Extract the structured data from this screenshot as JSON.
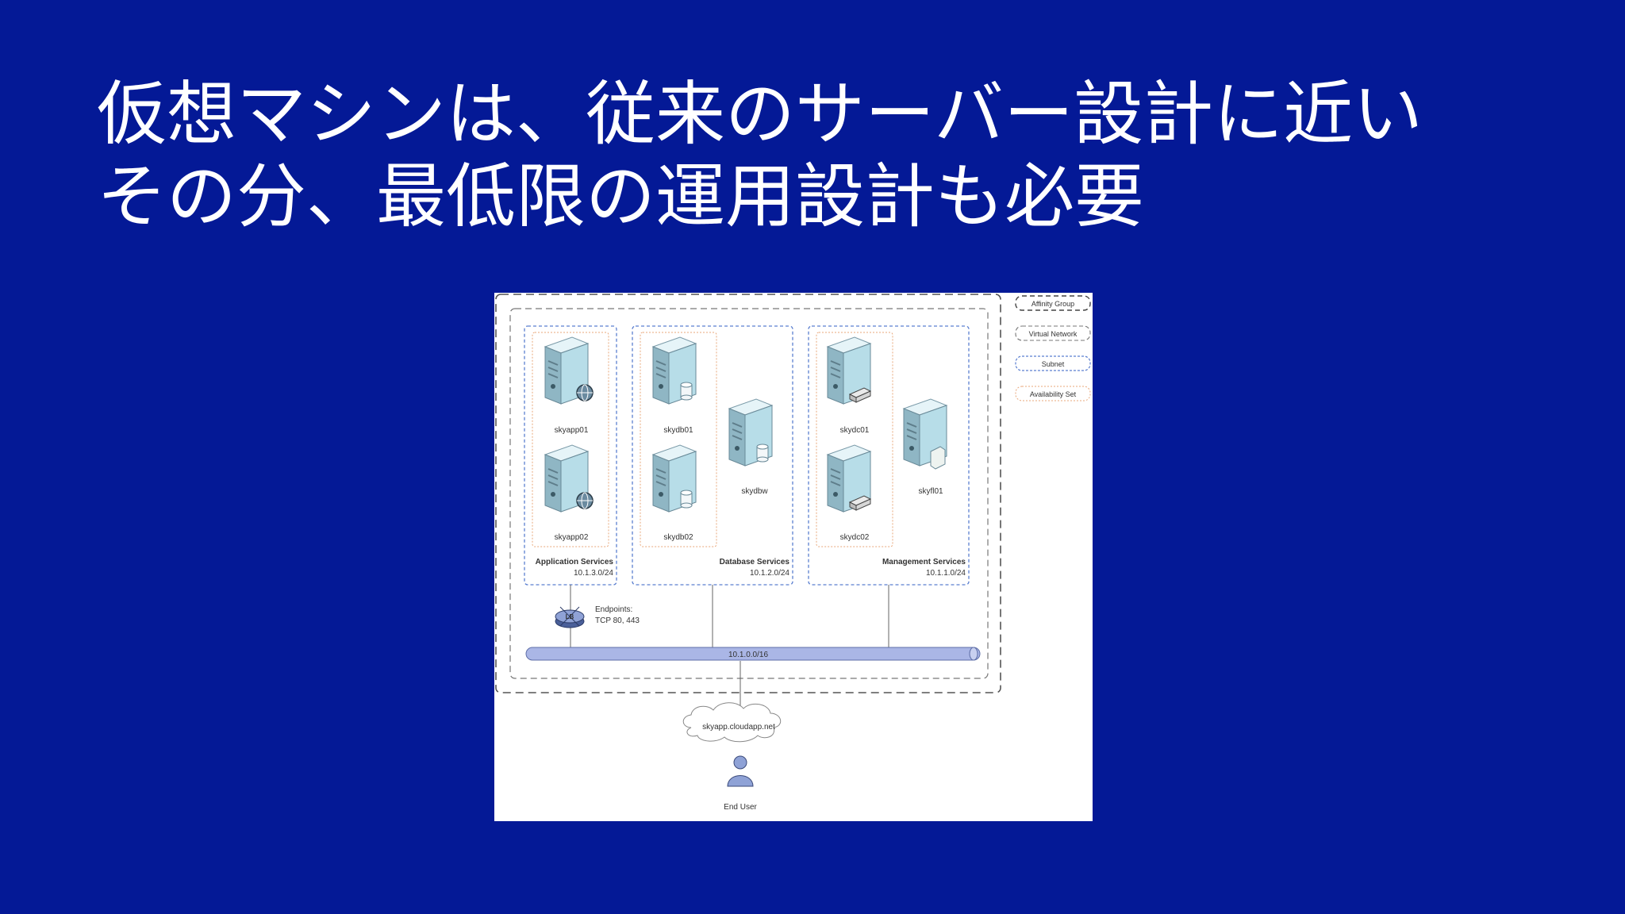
{
  "slide": {
    "title_line1": "仮想マシンは、従来のサーバー設計に近い",
    "title_line2": "その分、最低限の運用設計も必要"
  },
  "legend": {
    "affinity_group": "Affinity Group",
    "virtual_network": "Virtual Network",
    "subnet": "Subnet",
    "availability_set": "Availability Set"
  },
  "subnets": {
    "application": {
      "name": "Application Services",
      "cidr": "10.1.3.0/24"
    },
    "database": {
      "name": "Database Services",
      "cidr": "10.1.2.0/24"
    },
    "management": {
      "name": "Management Services",
      "cidr": "10.1.1.0/24"
    }
  },
  "servers": {
    "skyapp01": "skyapp01",
    "skyapp02": "skyapp02",
    "skydb01": "skydb01",
    "skydb02": "skydb02",
    "skydbw": "skydbw",
    "skydc01": "skydc01",
    "skydc02": "skydc02",
    "skyfl01": "skyfl01"
  },
  "load_balancer": {
    "icon_label": "LB",
    "endpoints_title": "Endpoints:",
    "endpoints_ports": "TCP 80, 443"
  },
  "network": {
    "cidr": "10.1.0.0/16"
  },
  "cloud": {
    "label": "skyapp.cloudapp.net"
  },
  "user": {
    "label": "End User"
  },
  "colors": {
    "background": "#041996",
    "server_face": "#b7dde8",
    "subnet_border": "#5b7fd0",
    "network_pipe": "#aab6e6",
    "availability_border": "#e8a77a"
  }
}
